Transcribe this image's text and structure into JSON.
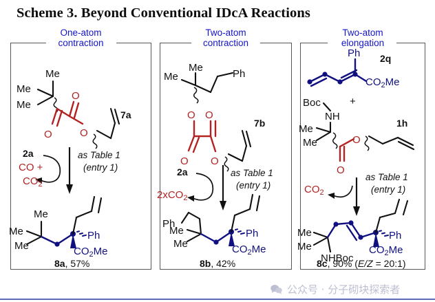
{
  "title": "Scheme 3. Beyond Conventional IDcA Reactions",
  "colors": {
    "heading_blue": "#1414c8",
    "structure_blue": "#101080",
    "structure_red": "#b22222",
    "structure_black": "#111111",
    "box_border": "#565656",
    "watermark": "#b9bcd0"
  },
  "panels": [
    {
      "id": "one-atom-contraction",
      "heading_line1": "One-atom",
      "heading_line2": "contraction",
      "substrate_label": "7a",
      "substrate_groups": [
        "Me",
        "Me",
        "Me",
        "O",
        "O",
        "O"
      ],
      "reagent_label": "2a",
      "byproduct_line1": "CO +",
      "byproduct_line2": "CO2",
      "byproduct_line2_main": "CO",
      "byproduct_line2_sub": "2",
      "conditions_line1": "as Table 1",
      "conditions_line2": "(entry 1)",
      "product_groups": [
        "Me",
        "Me",
        "Me",
        "Ph",
        "CO2Me"
      ],
      "product_ph": "Ph",
      "product_ester_main": "CO",
      "product_ester_sub": "2",
      "product_ester_tail": "Me",
      "product_label_bold": "8a",
      "product_label_rest": ", 57%"
    },
    {
      "id": "two-atom-contraction",
      "heading_line1": "Two-atom",
      "heading_line2": "contraction",
      "substrate_label": "7b",
      "substrate_groups": [
        "Me",
        "Me",
        "Ph",
        "O",
        "O",
        "O",
        "O"
      ],
      "reagent_label": "2a",
      "byproduct_line1": "2xCO2",
      "byproduct_main": "2xCO",
      "byproduct_sub": "2",
      "conditions_line1": "as Table 1",
      "conditions_line2": "(entry 1)",
      "product_groups": [
        "Ph",
        "Me",
        "Me",
        "Ph",
        "CO2Me"
      ],
      "product_ph": "Ph",
      "product_ester_main": "CO",
      "product_ester_sub": "2",
      "product_ester_tail": "Me",
      "product_label_bold": "8b",
      "product_label_rest": ", 42%"
    },
    {
      "id": "two-atom-elongation",
      "heading_line1": "Two-atom",
      "heading_line2": "elongation",
      "diene_label": "2q",
      "diene_ph": "Ph",
      "diene_ester_main": "CO",
      "diene_ester_sub": "2",
      "diene_ester_tail": "Me",
      "plus_sign": "+",
      "substrate_label": "1h",
      "substrate_boc": "Boc",
      "substrate_nh": "NH",
      "substrate_me1": "Me",
      "substrate_me2": "Me",
      "substrate_o_ester": "O",
      "substrate_o_keto": "O",
      "byproduct_main": "CO",
      "byproduct_sub": "2",
      "conditions_line1": "as Table 1",
      "conditions_line2": "(entry 1)",
      "product_me1": "Me",
      "product_me2": "Me",
      "product_nhboc": "NHBoc",
      "product_ph": "Ph",
      "product_ester_main": "CO",
      "product_ester_sub": "2",
      "product_ester_tail": "Me",
      "product_label_bold": "8c",
      "product_label_rest": ", 90% (",
      "product_label_ez": "E/Z",
      "product_label_ratio": " = 20:1)"
    }
  ],
  "watermark": {
    "icon": "wechat-icon",
    "text": "公众号 · 分子砌块探索者"
  }
}
